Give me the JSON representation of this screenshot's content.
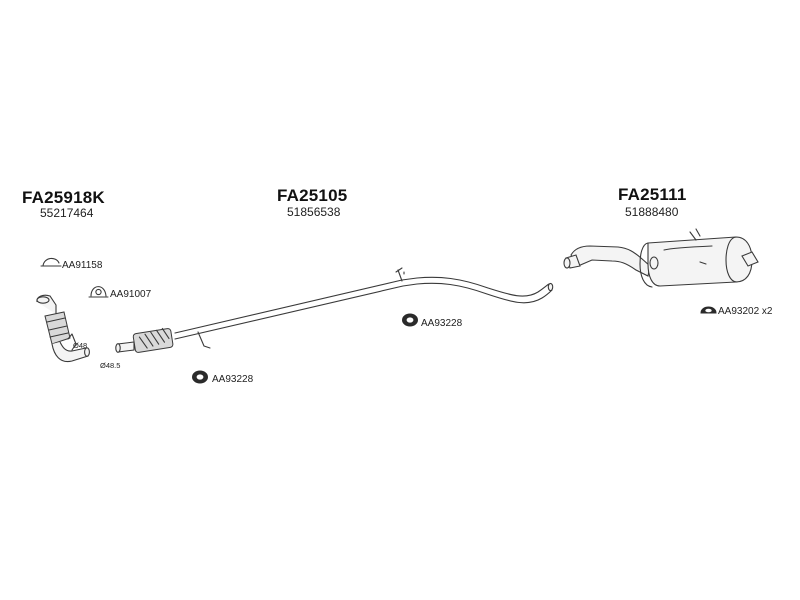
{
  "groups": [
    {
      "code": "FA25918K",
      "number": "55217464"
    },
    {
      "code": "FA25105",
      "number": "51856538"
    },
    {
      "code": "FA25111",
      "number": "51888480"
    }
  ],
  "parts": {
    "clamp_1": "AA91158",
    "clamp_2": "AA91007",
    "hanger_front": "AA93228",
    "hanger_mid": "AA93228",
    "hanger_rear": "AA93202 x2"
  },
  "dimensions": {
    "d48": "Ø48",
    "d485": "Ø48.5"
  },
  "colors": {
    "ink": "#3a3a3a",
    "background": "#ffffff"
  }
}
